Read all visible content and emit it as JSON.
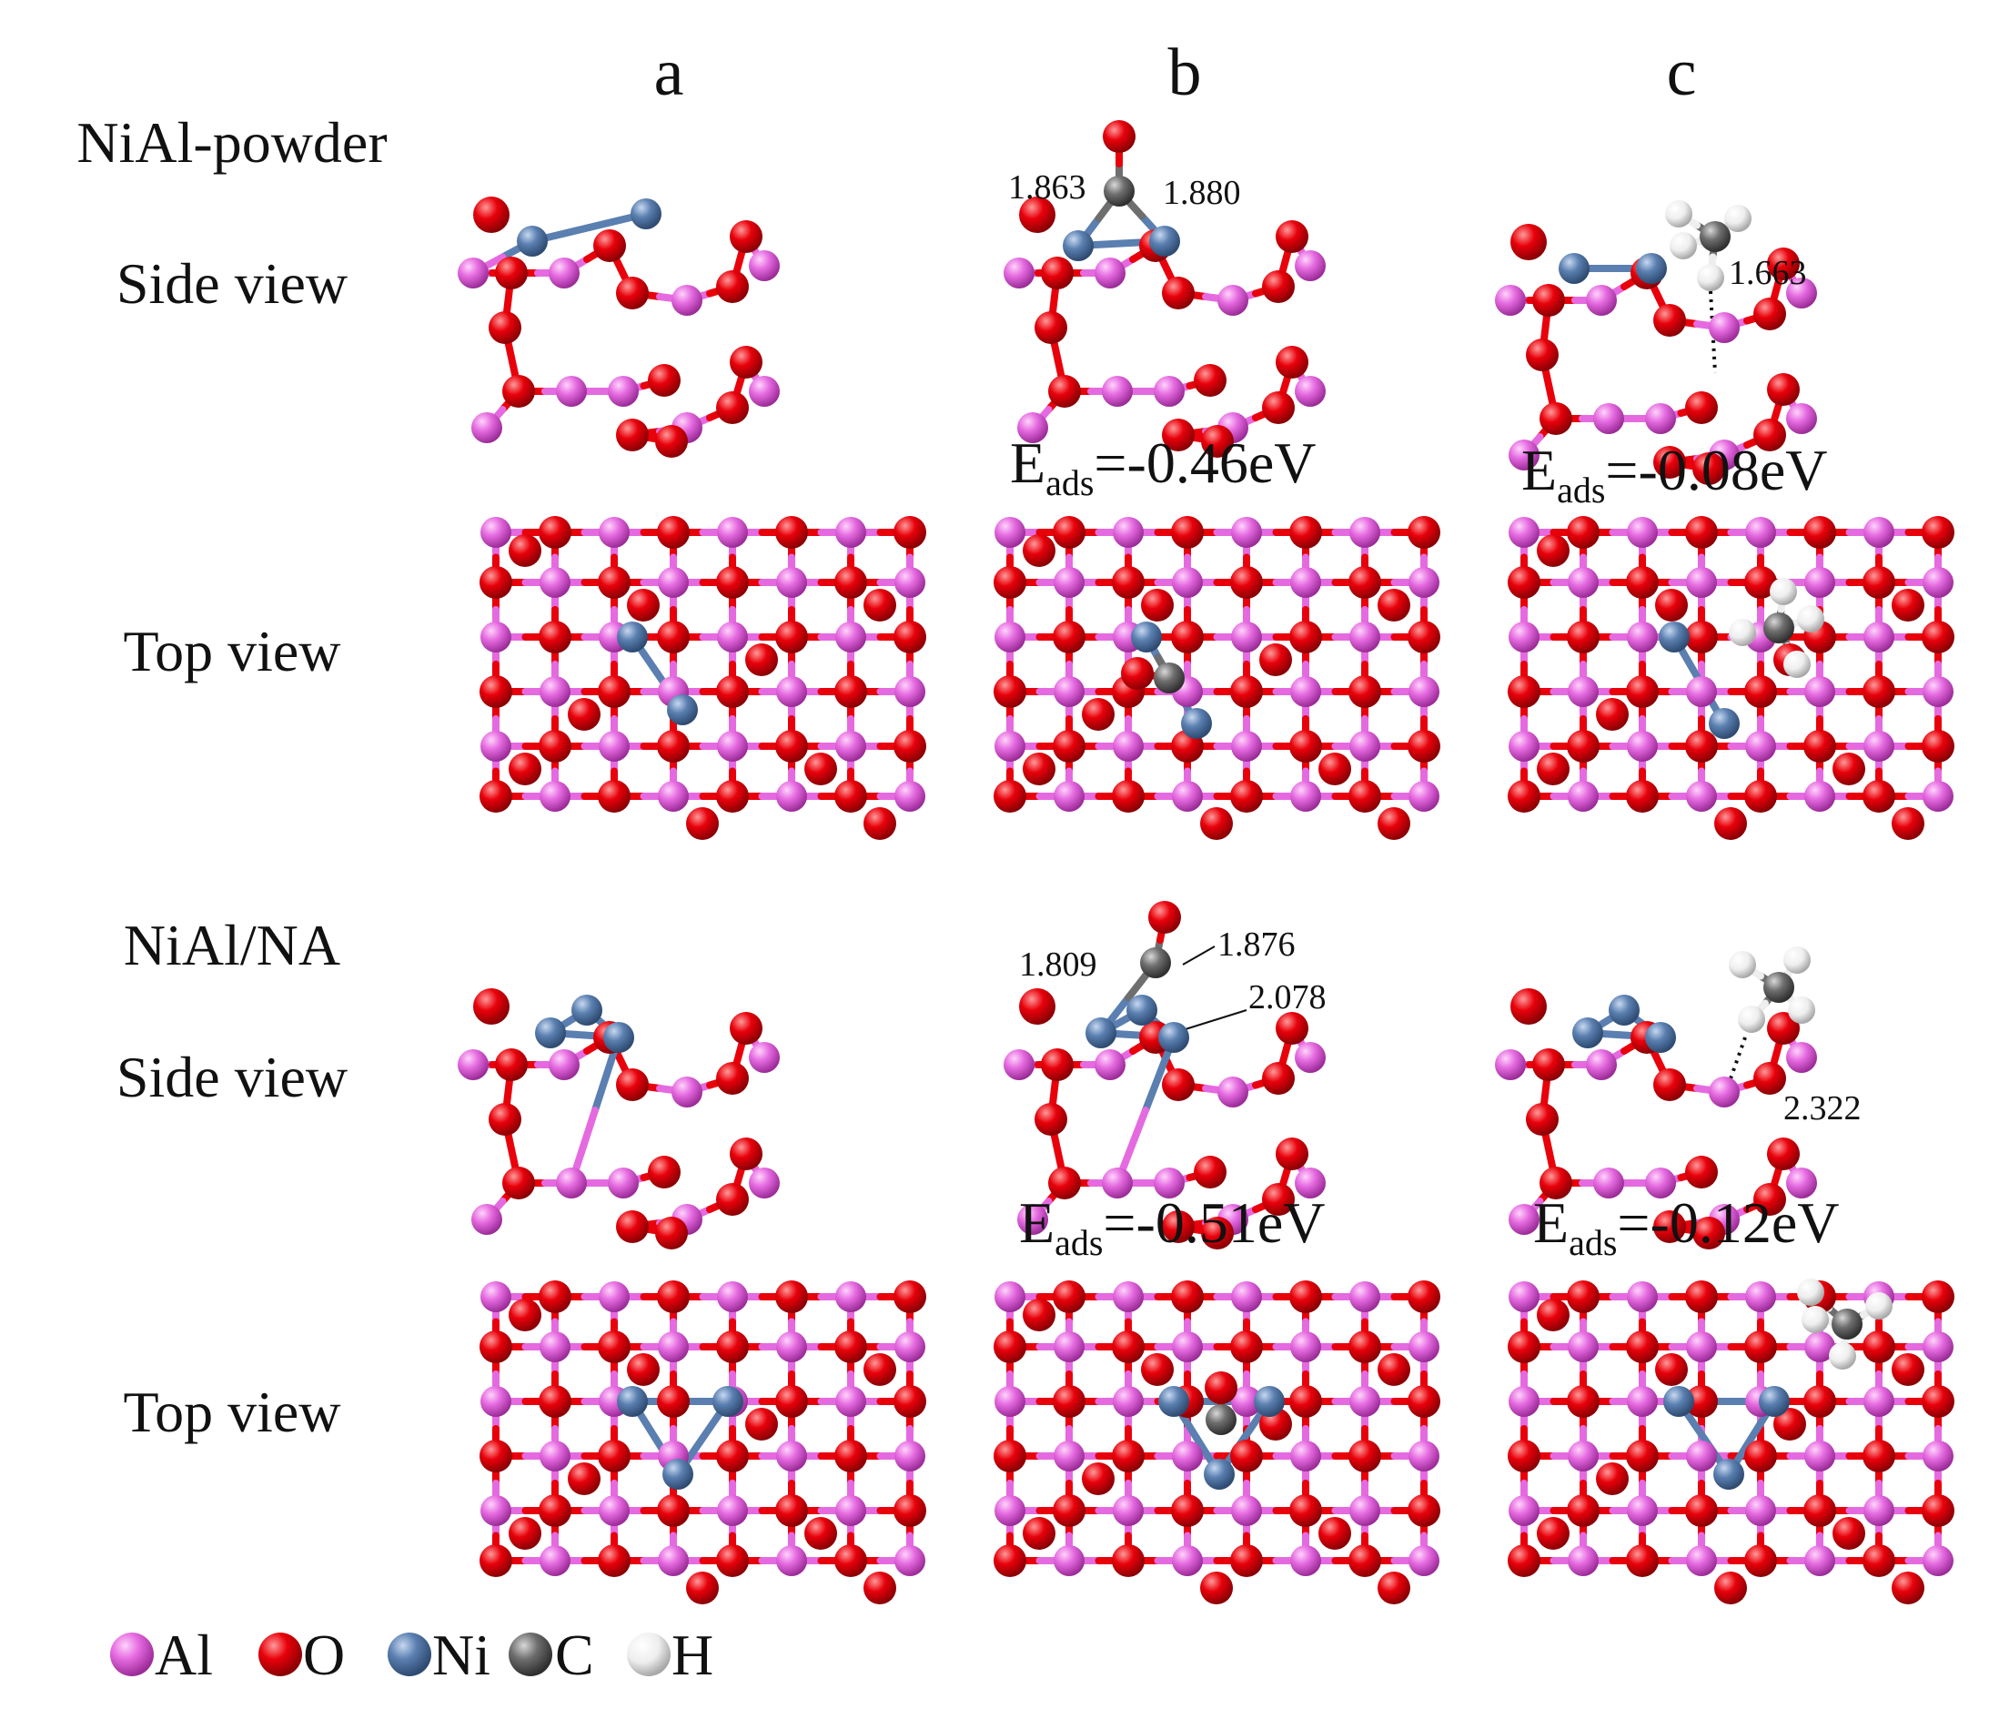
{
  "columns": {
    "a": "a",
    "b": "b",
    "c": "c"
  },
  "rows": {
    "powder_title": "NiAl-powder",
    "powder_side": "Side view",
    "powder_top": "Top view",
    "na_title": "NiAl/NA",
    "na_side": "Side view",
    "na_top": "Top view"
  },
  "distances": {
    "powder_b_left": "1.863",
    "powder_b_right": "1.880",
    "powder_c": "1.663",
    "na_b_left": "1.809",
    "na_b_mid": "1.876",
    "na_b_low": "2.078",
    "na_c": "2.322"
  },
  "eads": {
    "symbol": "E",
    "subscript": "ads",
    "powder_b": "=-0.46eV",
    "powder_c": "=-0.08eV",
    "na_b": "=-0.51eV",
    "na_c": "=-0.12eV"
  },
  "legend": [
    {
      "label": "Al",
      "color": "#e56ae0"
    },
    {
      "label": "O",
      "color": "#e8000a"
    },
    {
      "label": "Ni",
      "color": "#5a7fb0"
    },
    {
      "label": "C",
      "color": "#6e6e6e"
    },
    {
      "label": "H",
      "color": "#eeeeee"
    }
  ],
  "colors": {
    "Al": "#e56ae0",
    "O": "#e8000a",
    "Ni": "#5a7fb0",
    "C": "#6e6e6e",
    "H": "#eeeeee"
  }
}
